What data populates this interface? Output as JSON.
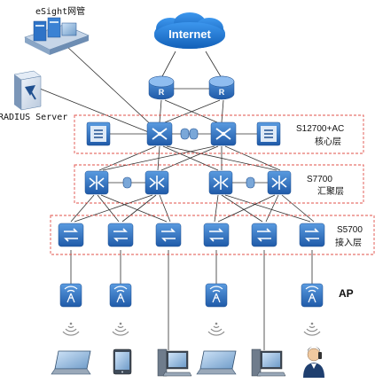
{
  "labels": {
    "esight": "eSight网管",
    "internet": "Internet",
    "radius": "RADIUS Server",
    "core_model": "S12700+AC",
    "core_layer": "核心层",
    "agg_model": "S7700",
    "agg_layer": "汇聚层",
    "access_model": "S5700",
    "access_layer": "接入层",
    "ap": "AP"
  },
  "router_glyph": "R",
  "colors": {
    "device_blue": "#2e73c7",
    "device_dark": "#1f4f8f",
    "cloud": "#1c7ad8",
    "frame_red": "#e0524a",
    "link": "#303030"
  },
  "icons": {
    "network_manager": "server-rack-icon",
    "radius_server": "server-tower-icon",
    "cloud": "cloud-icon",
    "router": "router-icon",
    "core_switch": "core-switch-icon",
    "ac_controller": "access-controller-icon",
    "aggregation_switch": "aggregation-switch-icon",
    "access_switch": "access-switch-icon",
    "access_point": "wireless-ap-icon",
    "wifi_signal": "wifi-signal-icon",
    "laptop": "laptop-icon",
    "tablet": "tablet-icon",
    "desktop": "desktop-pc-icon",
    "user": "user-phone-icon"
  }
}
